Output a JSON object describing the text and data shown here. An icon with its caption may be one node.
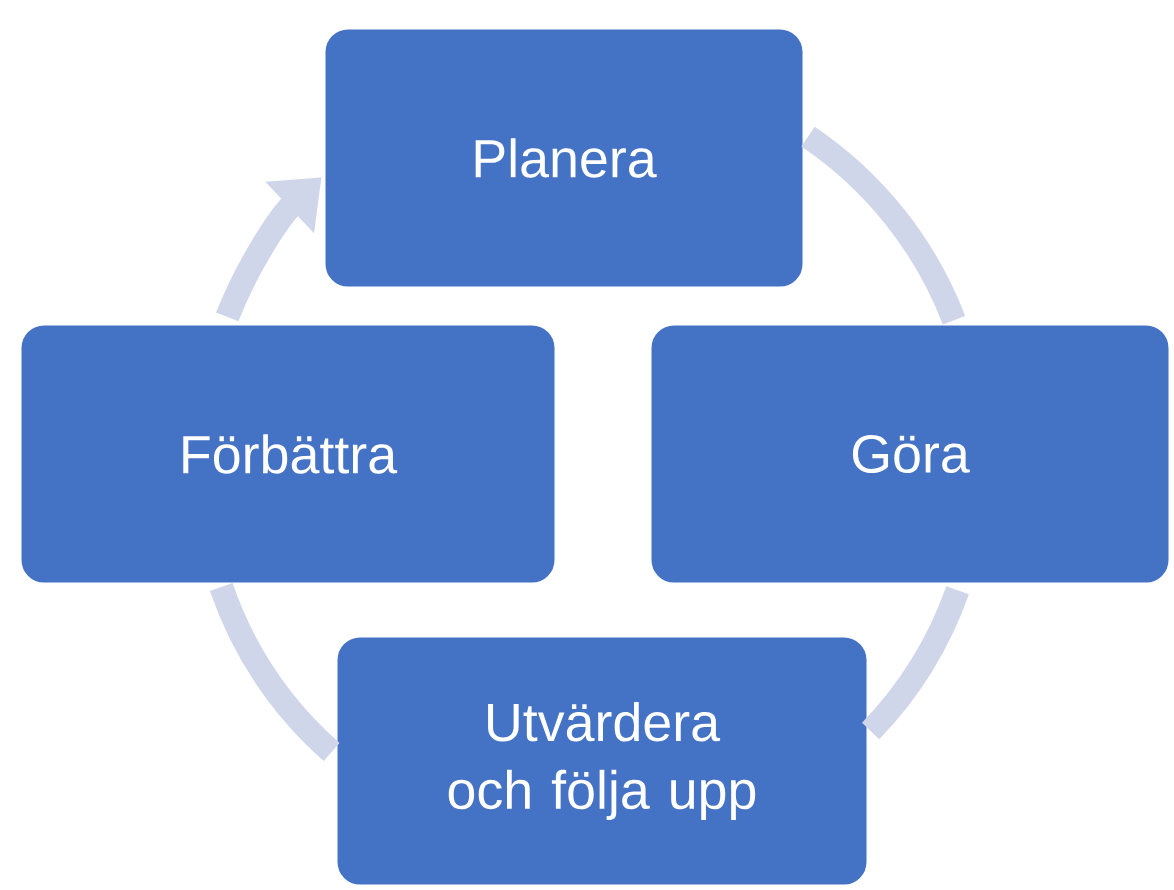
{
  "diagram": {
    "nodes": [
      {
        "text": [
          "Planera"
        ]
      },
      {
        "text": [
          "Göra"
        ]
      },
      {
        "text": [
          "Utvärdera och följa upp"
        ]
      },
      {
        "text": [
          "Förbättra"
        ]
      }
    ],
    "edges": [
      {
        "from": 0,
        "to": 1,
        "arrow": "none"
      },
      {
        "from": 1,
        "to": 2,
        "arrow": "none"
      },
      {
        "from": 2,
        "to": 3,
        "arrow": "none"
      },
      {
        "from": 3,
        "to": 0,
        "arrow": "to"
      }
    ]
  }
}
